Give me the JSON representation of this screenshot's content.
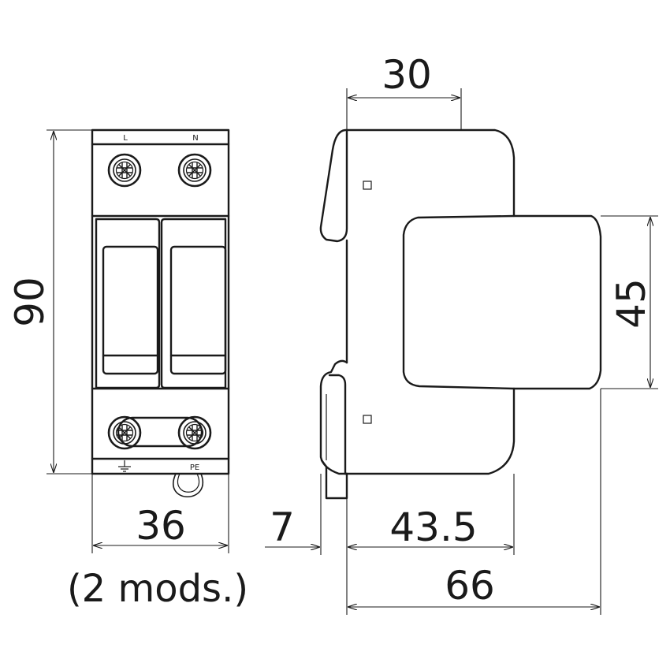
{
  "front_view": {
    "terminal_labels_top": [
      "L",
      "N"
    ],
    "terminal_label_bottom": "PE"
  },
  "dimensions": {
    "height": "90",
    "width": "36",
    "width_note": "(2 mods.)",
    "top_depth": "30",
    "module_height": "45",
    "rail_offset": "7",
    "body_depth": "43.5",
    "total_depth": "66"
  },
  "icons": [
    "terminal-screw-icon",
    "ground-symbol-icon"
  ]
}
